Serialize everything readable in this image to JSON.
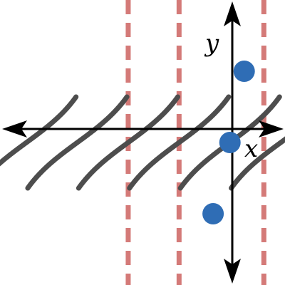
{
  "chart_data": {
    "type": "line",
    "title": "",
    "xlabel": "x",
    "ylabel": "y",
    "function": "tan(x)",
    "xlim": [
      -3.55,
      0.85
    ],
    "ylim": [
      -3.0,
      3.0
    ],
    "period": 1.5708,
    "asymptotes": [
      -1.5708,
      -0.7854,
      0.5236
    ],
    "branch_offsets": [
      -3.1416,
      -2.3562,
      -1.5708,
      -0.7854,
      0.0,
      0.7854
    ],
    "points": [
      {
        "x": -0.26,
        "y": -1.5
      },
      {
        "x": 0.0,
        "y": 0.0
      },
      {
        "x": 0.22,
        "y": 1.5
      }
    ],
    "grid": false,
    "legend": "none",
    "colors": {
      "curve": "#4d4d4d",
      "asymptote": "#d47a78",
      "point": "#2f6db5",
      "axis": "#000000"
    }
  }
}
